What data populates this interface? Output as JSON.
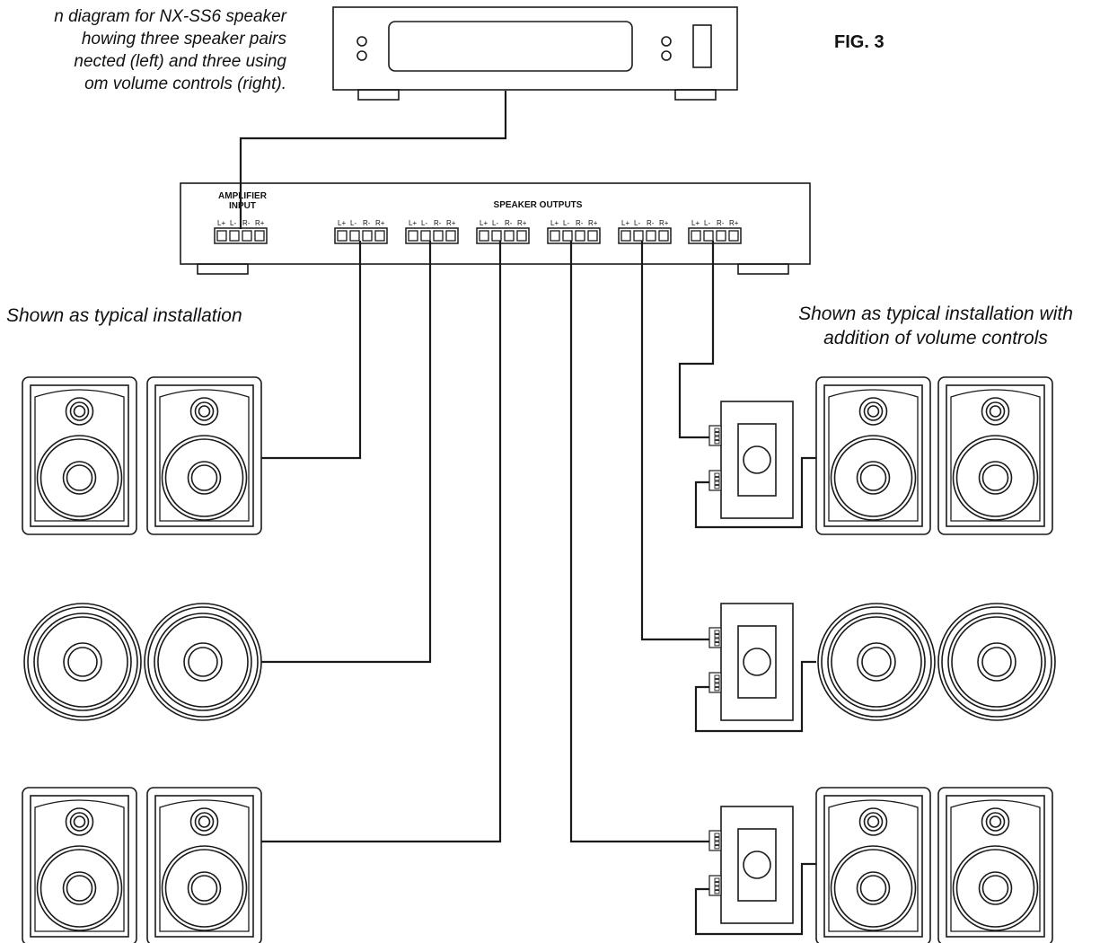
{
  "caption": "n diagram for NX-SS6 speaker\nhowing three speaker pairs\nnected (left) and three using\nom volume controls (right).",
  "figure_label": "FIG. 3",
  "amplifier": {
    "input_label_line1": "AMPLIFIER",
    "input_label_line2": "INPUT",
    "outputs_label": "SPEAKER OUTPUTS",
    "terminal_labels": [
      "L+",
      "L-",
      "R-",
      "R+"
    ]
  },
  "left_installation_label": "Shown as typical installation",
  "right_installation_label": "Shown as typical installation with\naddition of volume controls",
  "colors": {
    "line": "#1a1a1a",
    "background": "#ffffff"
  }
}
